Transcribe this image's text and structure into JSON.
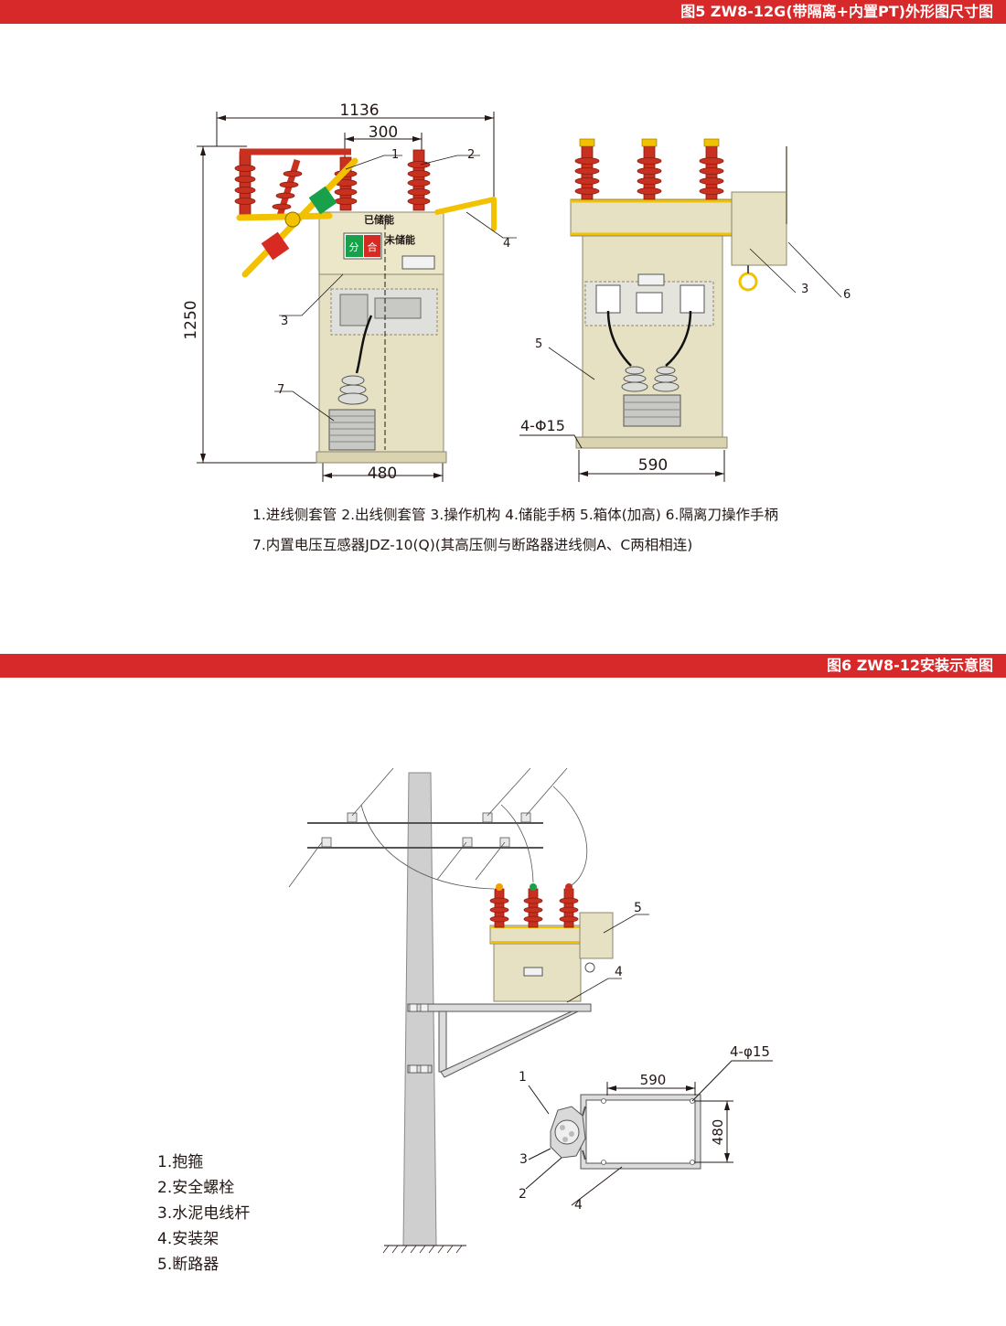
{
  "colors": {
    "banner": "#d7282a",
    "insulator": "#c8301f",
    "cabinet": "#e6e1c2",
    "handle": "#f2c200",
    "pole": "#cfcfcf"
  },
  "figure5": {
    "title": "图5 ZW8-12G(带隔离+内置PT)外形图尺寸图",
    "dims": {
      "width_total": "1136",
      "spacing": "300",
      "height": "1250",
      "depth": "480",
      "width_front": "590",
      "holes": "4-Φ15"
    },
    "callouts": [
      "1",
      "2",
      "3",
      "4",
      "5",
      "6",
      "7"
    ],
    "panel": {
      "charged": "已储能",
      "uncharged": "未储能",
      "open": "分",
      "close": "合"
    },
    "legend": {
      "line1": "1.进线侧套管 2.出线侧套管 3.操作机构 4.储能手柄 5.箱体(加高) 6.隔离刀操作手柄",
      "line2": "7.内置电压互感器JDZ-10(Q)(其高压侧与断路器进线侧A、C两相相连)"
    }
  },
  "figure6": {
    "title": "图6 ZW8-12安装示意图",
    "dims": {
      "frame_width": "590",
      "frame_height": "480",
      "holes": "4-φ15"
    },
    "callouts": [
      "1",
      "2",
      "3",
      "4",
      "5"
    ],
    "legend": [
      "1.抱箍",
      "2.安全螺栓",
      "3.水泥电线杆",
      "4.安装架",
      "5.断路器"
    ]
  }
}
